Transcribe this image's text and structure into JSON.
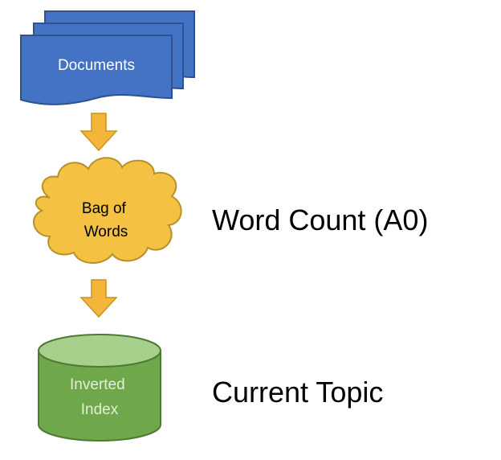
{
  "nodes": {
    "documents": {
      "label": "Documents"
    },
    "bag_of_words": {
      "label_lines": [
        "Bag of",
        "Words"
      ]
    },
    "inverted_index": {
      "label_lines": [
        "Inverted",
        "Index"
      ]
    }
  },
  "side_labels": {
    "word_count": "Word Count (A0)",
    "current_topic": "Current Topic"
  },
  "colors": {
    "documents_fill": "#4472C4",
    "documents_stroke": "#2F528F",
    "arrow_fill": "#F4B63A",
    "arrow_stroke": "#C9941F",
    "cloud_fill": "#F4C142",
    "cloud_stroke": "#B8902B",
    "cylinder_fill": "#6FA84B",
    "cylinder_top": "#A8D08D",
    "cylinder_stroke": "#4E7A33",
    "documents_text": "#ffffff",
    "cloud_text": "#000000",
    "cylinder_text": "#E2EFD9"
  }
}
